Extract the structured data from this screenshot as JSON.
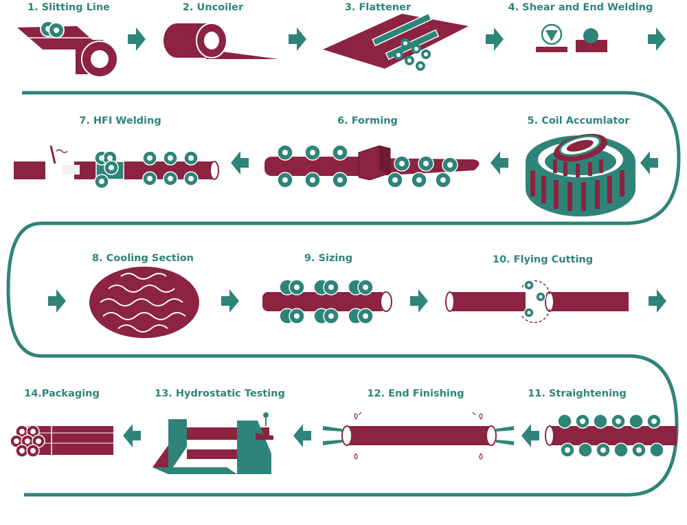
{
  "colors": {
    "maroon": "#8B2341",
    "teal": "#2E8478",
    "label": "#2E8478",
    "background": "#FFFFFF"
  },
  "steps": [
    {
      "label": "1. Slitting Line",
      "icon": "slitting-line-icon"
    },
    {
      "label": "2. Uncoiler",
      "icon": "uncoiler-icon"
    },
    {
      "label": "3. Flattener",
      "icon": "flattener-icon"
    },
    {
      "label": "4. Shear and End Welding",
      "icon": "shear-end-welding-icon"
    },
    {
      "label": "5. Coil Accumlator",
      "icon": "coil-accumulator-icon"
    },
    {
      "label": "6. Forming",
      "icon": "forming-icon"
    },
    {
      "label": "7. HFI Welding",
      "icon": "hfi-welding-icon"
    },
    {
      "label": "8. Cooling Section",
      "icon": "cooling-section-icon"
    },
    {
      "label": "9. Sizing",
      "icon": "sizing-icon"
    },
    {
      "label": "10. Flying Cutting",
      "icon": "flying-cutting-icon"
    },
    {
      "label": "11. Straightening",
      "icon": "straightening-icon"
    },
    {
      "label": "12. End Finishing",
      "icon": "end-finishing-icon"
    },
    {
      "label": "13. Hydrostatic Testing",
      "icon": "hydrostatic-testing-icon"
    },
    {
      "label": "14.Packaging",
      "icon": "packaging-icon"
    }
  ]
}
